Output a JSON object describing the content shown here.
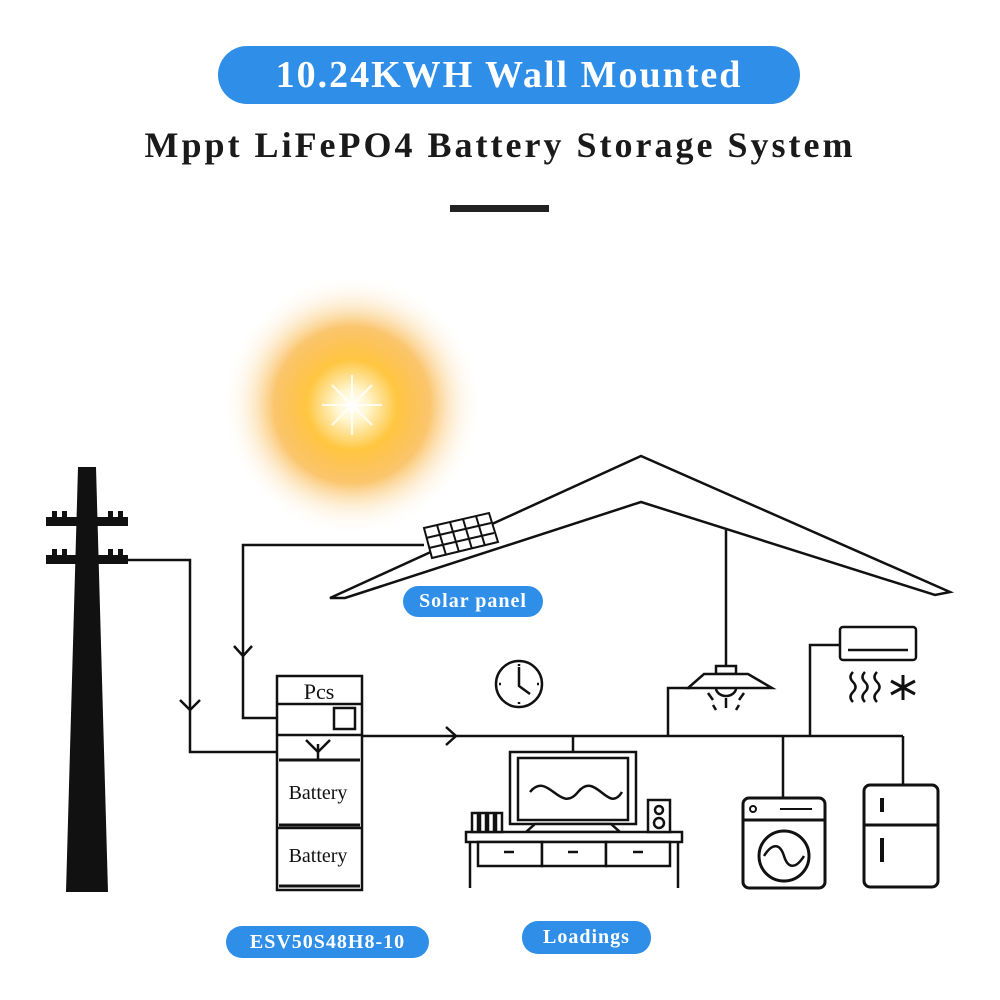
{
  "header": {
    "title": "10.24KWH Wall Mounted",
    "subtitle": "Mppt LiFePO4 Battery Storage System"
  },
  "labels": {
    "solar_panel": "Solar panel",
    "pcs": "Pcs",
    "battery_1": "Battery",
    "battery_2": "Battery",
    "model": "ESV50S48H8-10",
    "loadings": "Loadings"
  },
  "colors": {
    "accent": "#2f8fe8",
    "line": "#111111",
    "sun": "#f7b733"
  },
  "icons": [
    "sun-icon",
    "utility-pole-icon",
    "solar-panel-icon",
    "clock-icon",
    "ceiling-lamp-icon",
    "air-conditioner-icon",
    "tv-cabinet-icon",
    "washing-machine-icon",
    "refrigerator-icon"
  ]
}
